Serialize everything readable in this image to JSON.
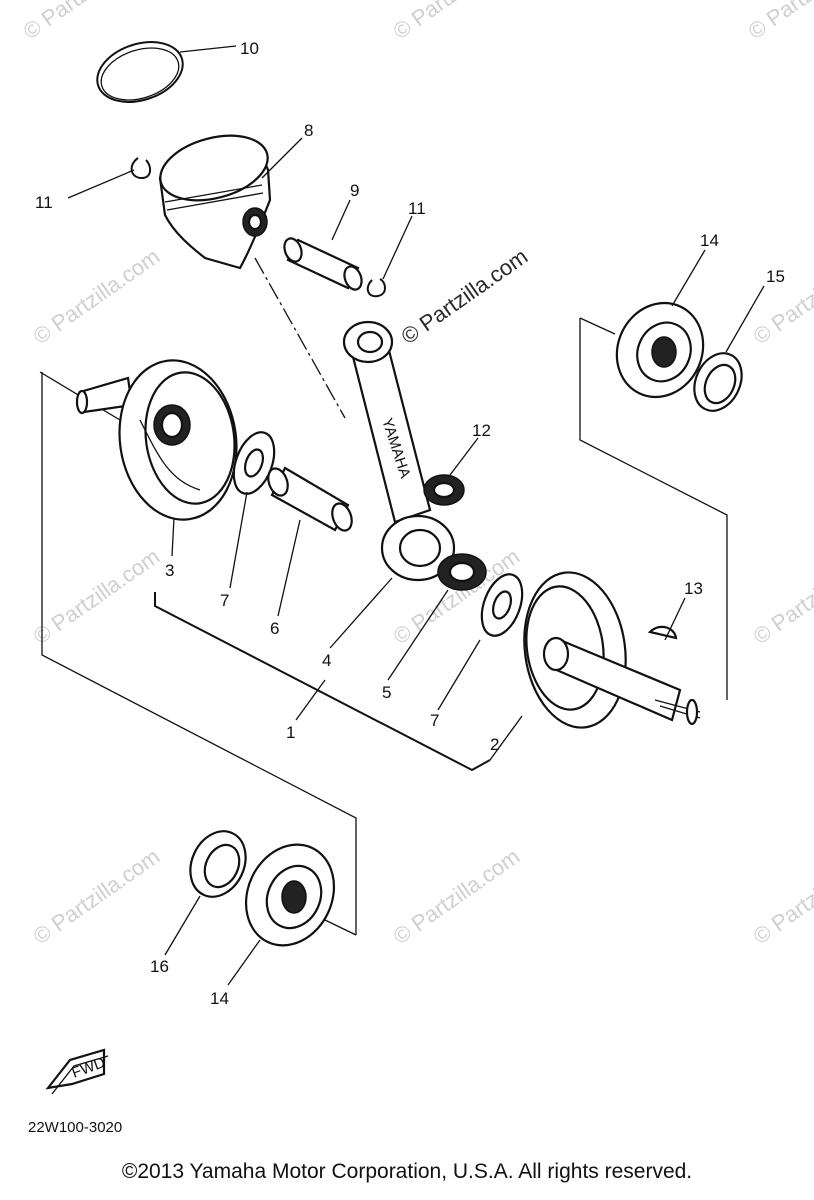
{
  "diagram": {
    "watermark_text": "© Partzilla.com",
    "diagram_code": "22W100-3020",
    "fwd_label": "FWD",
    "cap_marking": "YAMAHA",
    "callouts": [
      {
        "id": "10",
        "label": "10"
      },
      {
        "id": "8",
        "label": "8"
      },
      {
        "id": "11a",
        "label": "11"
      },
      {
        "id": "9",
        "label": "9"
      },
      {
        "id": "11b",
        "label": "11"
      },
      {
        "id": "14a",
        "label": "14"
      },
      {
        "id": "15",
        "label": "15"
      },
      {
        "id": "12",
        "label": "12"
      },
      {
        "id": "3",
        "label": "3"
      },
      {
        "id": "7a",
        "label": "7"
      },
      {
        "id": "6",
        "label": "6"
      },
      {
        "id": "4",
        "label": "4"
      },
      {
        "id": "5",
        "label": "5"
      },
      {
        "id": "13",
        "label": "13"
      },
      {
        "id": "1",
        "label": "1"
      },
      {
        "id": "7b",
        "label": "7"
      },
      {
        "id": "2",
        "label": "2"
      },
      {
        "id": "16",
        "label": "16"
      },
      {
        "id": "14b",
        "label": "14"
      }
    ]
  },
  "footer": {
    "copyright": "©2013 Yamaha Motor Corporation, U.S.A. All rights reserved."
  }
}
